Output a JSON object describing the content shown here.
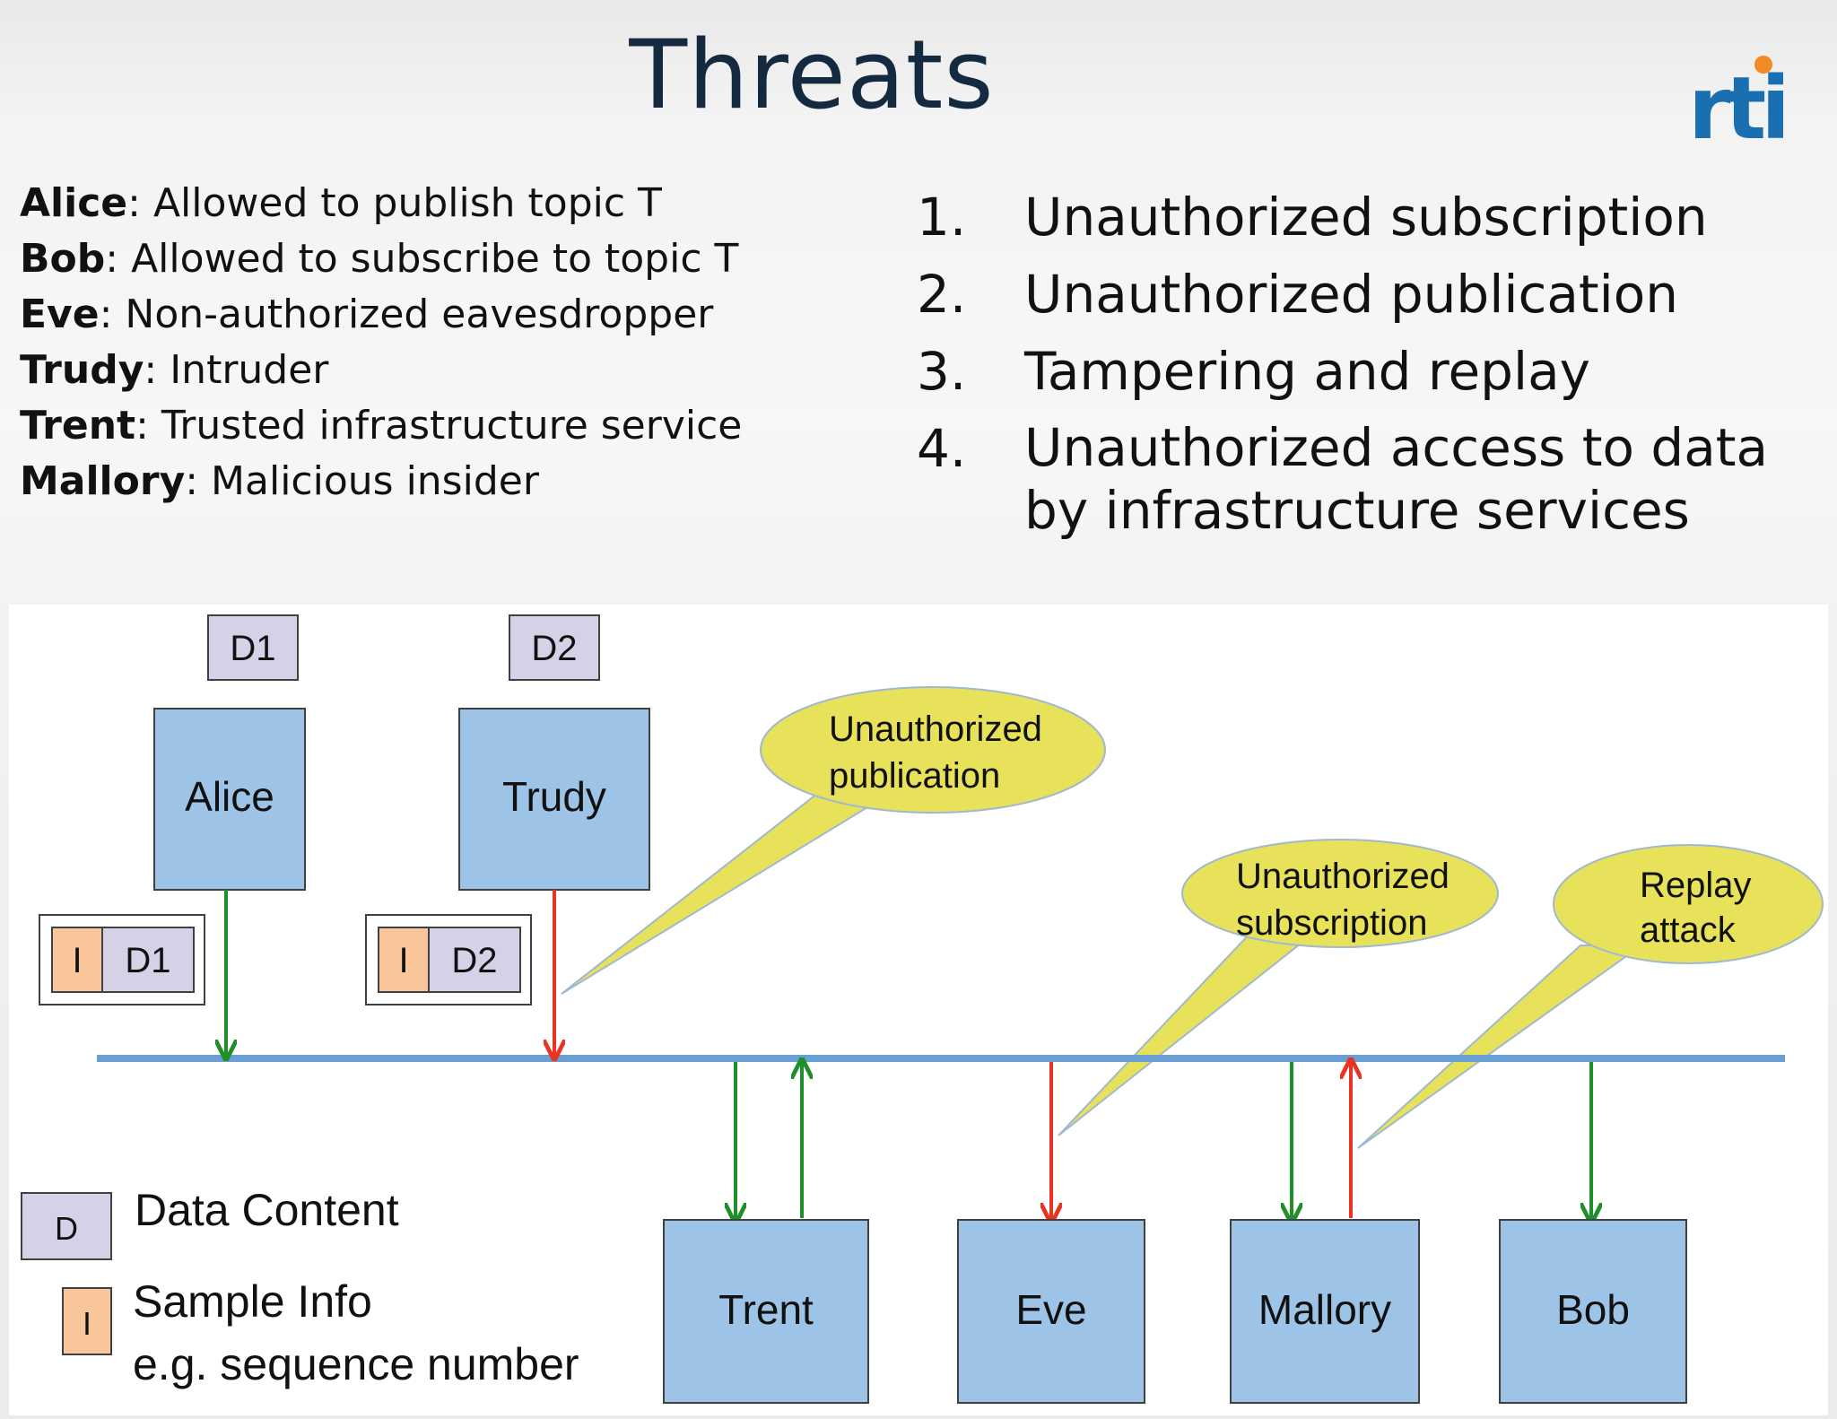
{
  "slide": {
    "title": "Threats",
    "logo_text": "rti",
    "colors": {
      "title": "#142a40",
      "logo_blue": "#1a6fb0",
      "logo_orange": "#f08a24"
    }
  },
  "roles": [
    {
      "name": "Alice",
      "desc": ": Allowed to publish topic T"
    },
    {
      "name": "Bob",
      "desc": ": Allowed to subscribe to topic T"
    },
    {
      "name": "Eve",
      "desc": ": Non-authorized eavesdropper"
    },
    {
      "name": "Trudy",
      "desc": ": Intruder"
    },
    {
      "name": "Trent",
      "desc": ": Trusted infrastructure service"
    },
    {
      "name": "Mallory",
      "desc": ": Malicious insider"
    }
  ],
  "threats": [
    {
      "num": "1.",
      "lines": [
        "Unauthorized subscription"
      ]
    },
    {
      "num": "2.",
      "lines": [
        "Unauthorized publication"
      ]
    },
    {
      "num": "3.",
      "lines": [
        "Tampering and replay"
      ]
    },
    {
      "num": "4.",
      "lines": [
        "Unauthorized access to data",
        "by infrastructure services"
      ]
    }
  ],
  "diagram": {
    "colors": {
      "box_fill": "#9dc3e6",
      "box_stroke": "#404040",
      "data_fill": "#d7d1e8",
      "info_fill": "#f9c59b",
      "bus": "#6a9fd4",
      "allowed_arrow": "#1f8f2a",
      "threat_arrow": "#ea3323",
      "callout_fill": "#e7e25a"
    },
    "data_tags": {
      "d1": "D1",
      "d2": "D2"
    },
    "publishers": {
      "alice": "Alice",
      "trudy": "Trudy"
    },
    "samples": [
      {
        "info": "I",
        "data": "D1"
      },
      {
        "info": "I",
        "data": "D2"
      }
    ],
    "subscribers": {
      "trent": "Trent",
      "eve": "Eve",
      "mallory": "Mallory",
      "bob": "Bob"
    },
    "callouts": {
      "publication": [
        "Unauthorized",
        "publication"
      ],
      "subscription": [
        "Unauthorized",
        "subscription"
      ],
      "replay": [
        "Replay",
        "attack"
      ]
    },
    "legend": {
      "data_glyph": "D",
      "data_label": "Data Content",
      "info_glyph": "I",
      "info_label": "Sample Info",
      "info_sublabel": "e.g. sequence number"
    }
  }
}
